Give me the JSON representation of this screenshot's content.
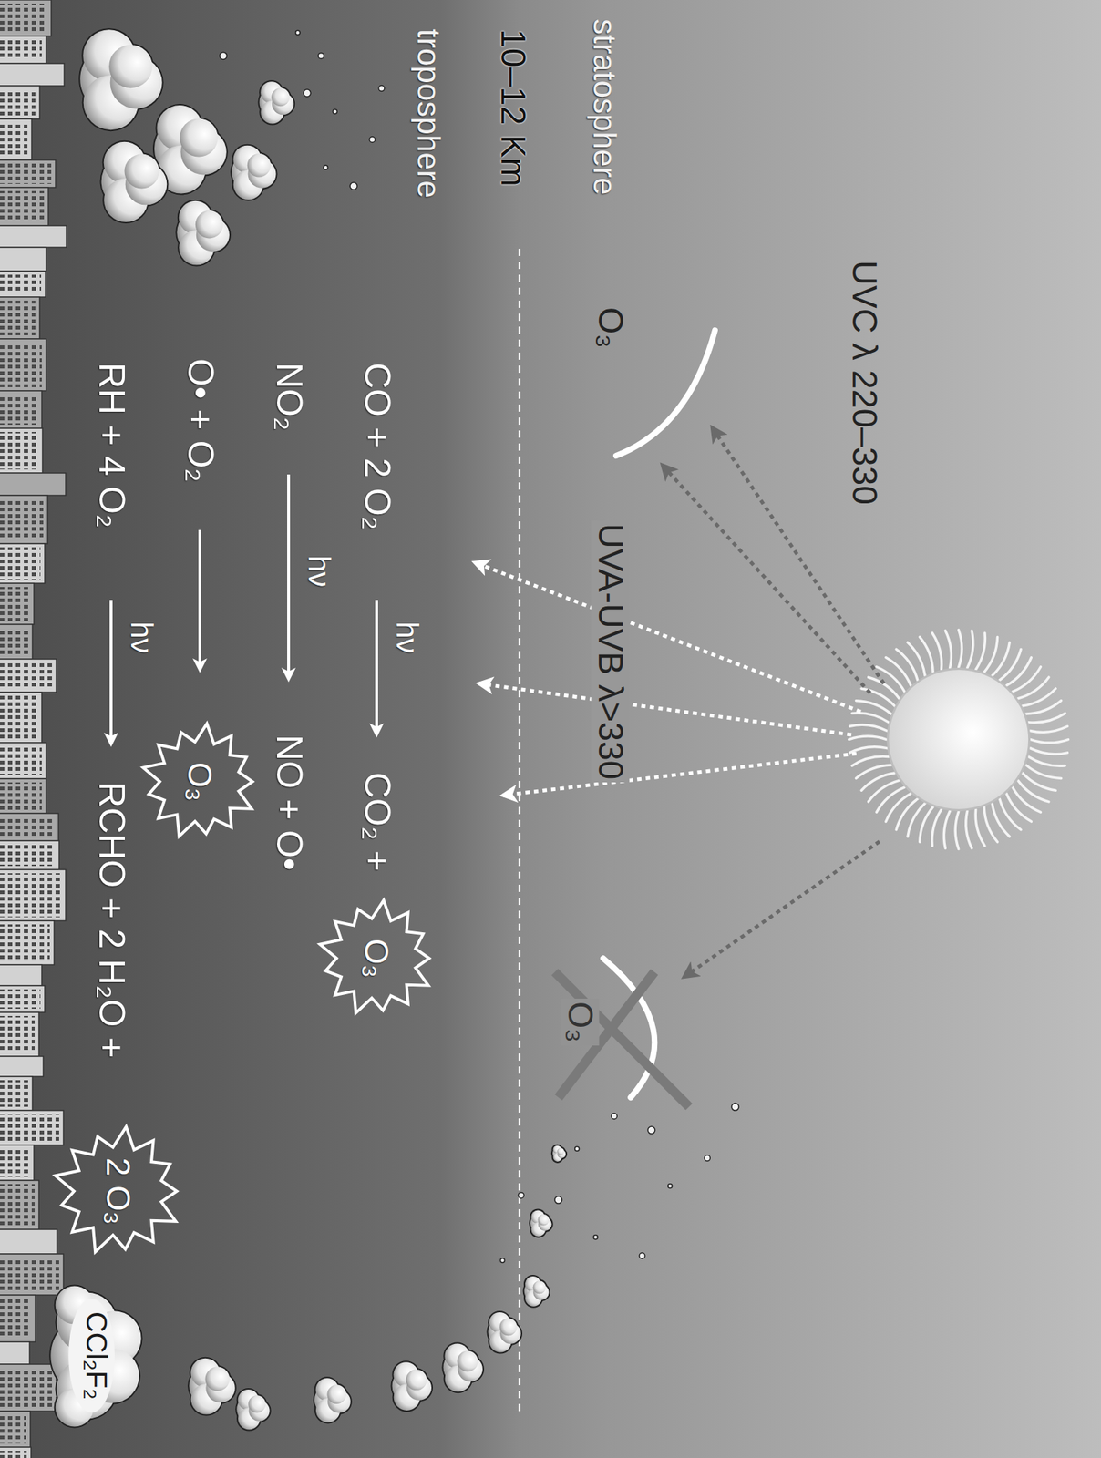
{
  "diagram": {
    "nodes": [
      {
        "text": [
          "O₃"
        ]
      },
      {
        "text": [
          "O₃"
        ]
      },
      {
        "text": [
          "2 O₃"
        ]
      },
      {
        "text": [
          "CCl₂F₂"
        ]
      }
    ],
    "labels": [
      "UVC λ 220–330",
      "O₃",
      "UVA-UVB λ>330",
      "O₃",
      "stratosphere",
      "10–12 Km",
      "troposphere",
      "CO + 2 O₂",
      "hν",
      "CO₂ +",
      "NO₂",
      "hν",
      "NO + O•",
      "O• + O₂",
      "RH + 4 O₂",
      "hν",
      "RCHO + 2 H₂O +"
    ]
  }
}
